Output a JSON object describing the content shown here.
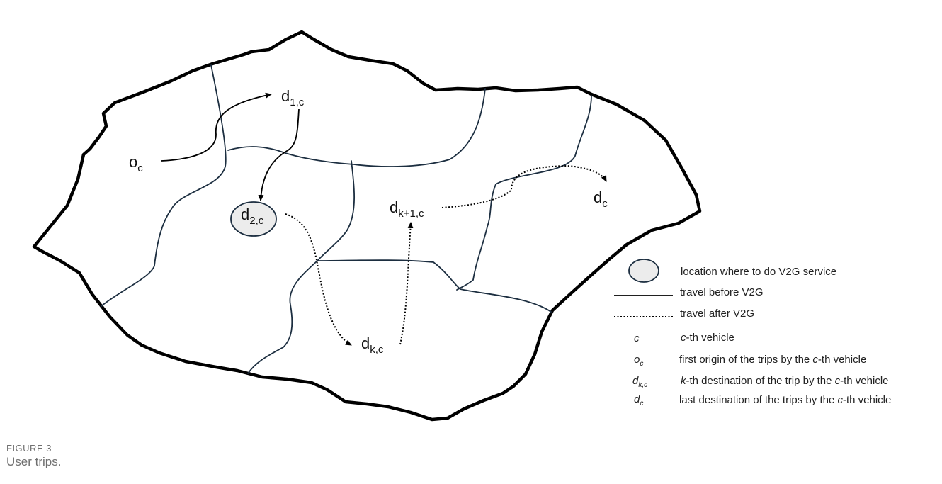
{
  "nodes": {
    "origin": {
      "base": "o",
      "sub": "c"
    },
    "d1": {
      "base": "d",
      "sub": "1,c"
    },
    "d2": {
      "base": "d",
      "sub": "2,c"
    },
    "dk": {
      "base": "d",
      "sub": "k,c"
    },
    "dk1": {
      "base": "d",
      "sub": "k+1,c"
    },
    "dc": {
      "base": "d",
      "sub": "c"
    }
  },
  "legend": {
    "v2g_location": "location where to do V2G service",
    "travel_before": "travel before V2G",
    "travel_after": "travel after V2G",
    "vehicle": {
      "symbol": "c",
      "text_italic": "c",
      "text_rest": "-th vehicle"
    },
    "origin": {
      "symbol": "o",
      "symbol_sub": "c",
      "text_pre": "first origin of the trips by the ",
      "text_italic": "c",
      "text_post": "-th vehicle"
    },
    "k_destination": {
      "symbol": "d",
      "symbol_sub": "k,c",
      "text_italic1": "k",
      "text_mid": "-th destination of the trip by the ",
      "text_italic2": "c",
      "text_post": "-th vehicle"
    },
    "last_destination": {
      "symbol": "d",
      "symbol_sub": "c",
      "text_pre": "last destination of the trips by the ",
      "text_italic": "c",
      "text_post": "-th vehicle"
    }
  },
  "caption": {
    "label": "FIGURE 3",
    "title": "User trips."
  },
  "colors": {
    "boundary": "#000000",
    "road": "#1c2e40",
    "station_fill": "#ececec"
  }
}
